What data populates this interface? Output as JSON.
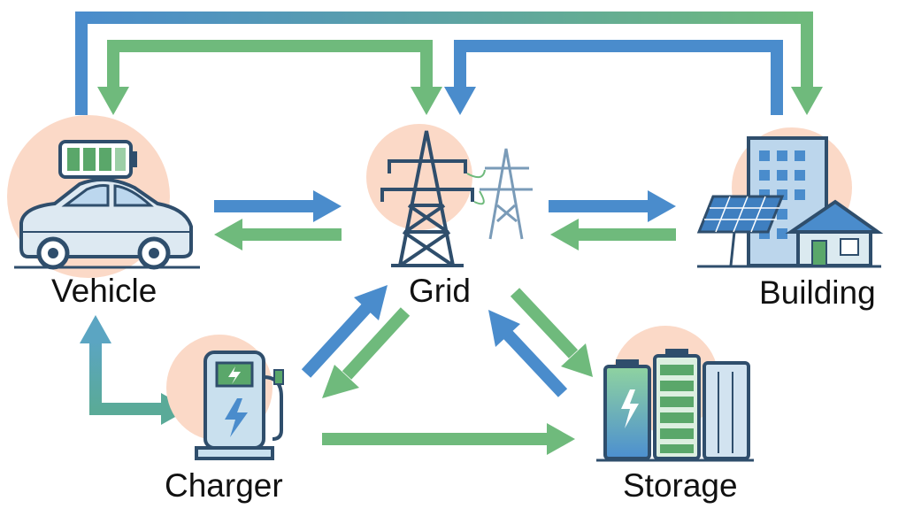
{
  "nodes": {
    "vehicle": "Vehicle",
    "grid": "Grid",
    "building": "Building",
    "charger": "Charger",
    "storage": "Storage"
  },
  "colors": {
    "blue_flow": "#4a8ccc",
    "green_flow": "#6fba7c",
    "icon_outline": "#2f4e6c",
    "halo": "#fbd9c7",
    "battery_green": "#5aa76a"
  },
  "icons": {
    "vehicle": "electric-car-icon",
    "vehicle_battery": "battery-icon",
    "grid": "transmission-tower-icon",
    "building": "office-building-icon",
    "solar": "solar-panel-icon",
    "house": "house-icon",
    "charger": "charging-station-icon",
    "storage": "battery-storage-icon"
  }
}
